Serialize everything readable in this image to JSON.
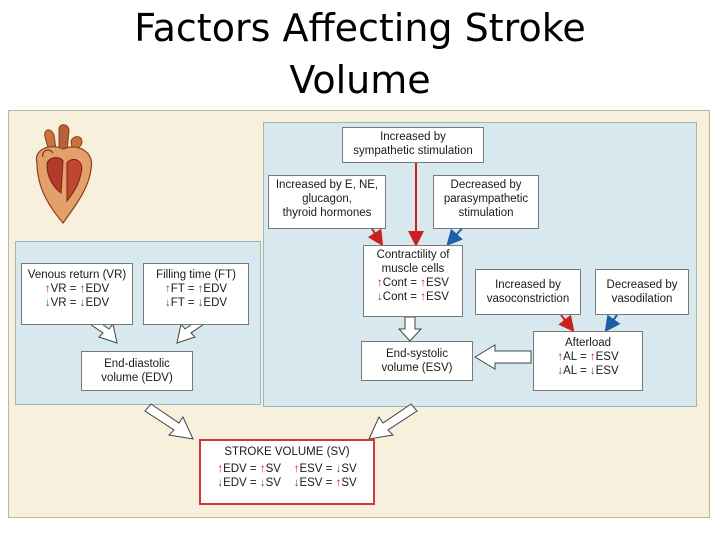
{
  "title": {
    "line1": "Factors Affecting Stroke",
    "line2": "Volume"
  },
  "boxes": {
    "sympathetic": {
      "l1": "Increased by",
      "l2": "sympathetic stimulation"
    },
    "hormones": {
      "l1": "Increased by E, NE,",
      "l2": "glucagon,",
      "l3": "thyroid hormones"
    },
    "parasympathetic": {
      "l1": "Decreased by",
      "l2": "parasympathetic",
      "l3": "stimulation"
    },
    "contractility": {
      "l1": "Contractility of",
      "l2": "muscle cells",
      "r1a": "Cont =",
      "r1b": "ESV",
      "r2a": "Cont =",
      "r2b": "ESV"
    },
    "vasoconstriction": {
      "l1": "Increased by",
      "l2": "vasoconstriction"
    },
    "vasodilation": {
      "l1": "Decreased by",
      "l2": "vasodilation"
    },
    "esv": {
      "l1": "End-systolic",
      "l2": "volume (ESV)"
    },
    "afterload": {
      "l1": "Afterload",
      "r1a": "AL =",
      "r1b": "ESV",
      "r2a": "AL =",
      "r2b": "ESV"
    },
    "venous": {
      "l1": "Venous return (VR)",
      "r1a": "VR =",
      "r1b": "EDV",
      "r2a": "VR =",
      "r2b": "EDV"
    },
    "filling": {
      "l1": "Filling time (FT)",
      "r1a": "FT =",
      "r1b": "EDV",
      "r2a": "FT =",
      "r2b": "EDV"
    },
    "edv": {
      "l1": "End-diastolic",
      "l2": "volume (EDV)"
    },
    "sv": {
      "l1": "STROKE VOLUME (SV)",
      "a1a": "EDV =",
      "a1b": "SV",
      "a2a": "EDV =",
      "a2b": "SV",
      "b1a": "ESV =",
      "b1b": "SV",
      "b2a": "ESV =",
      "b2b": "SV"
    }
  },
  "colors": {
    "increase": "#cc1f24",
    "decrease": "#1f5ea8",
    "panel": "#d7e9ee",
    "background": "#f6f0dd"
  }
}
